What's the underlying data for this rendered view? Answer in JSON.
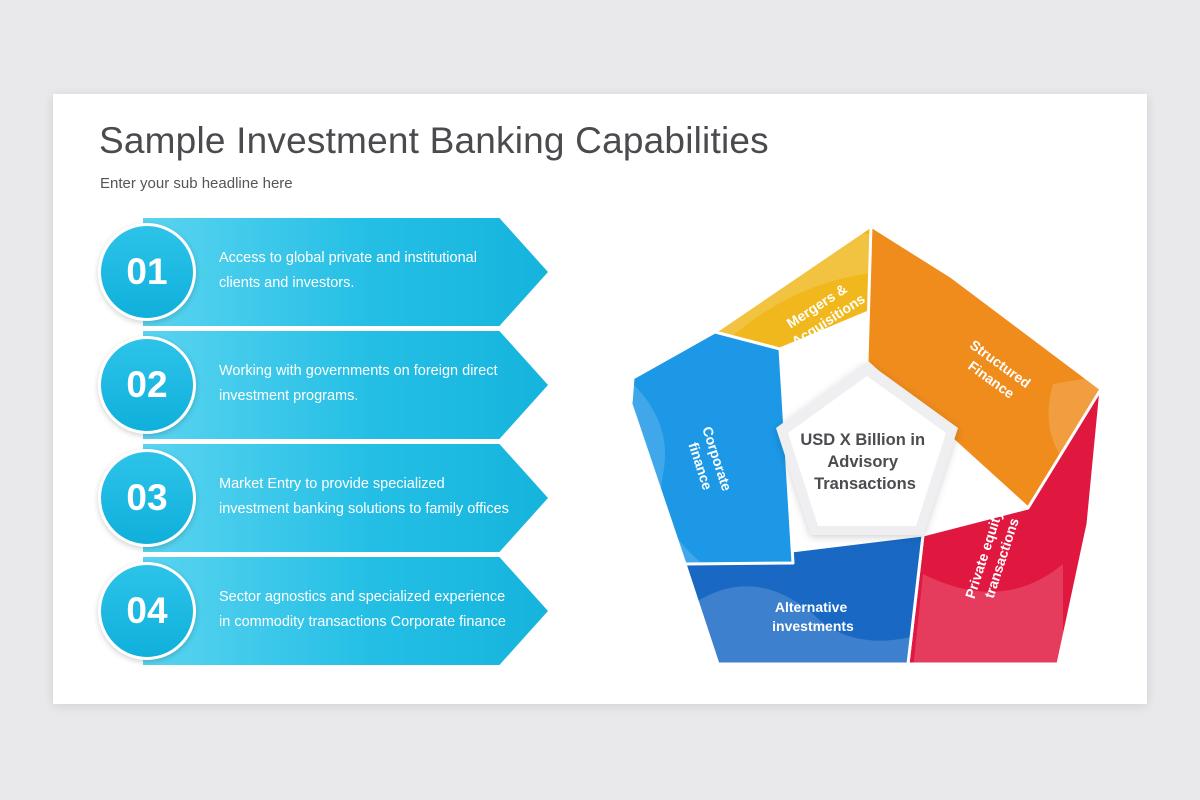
{
  "header": {
    "title": "Sample Investment Banking Capabilities",
    "subtitle": "Enter your sub headline here"
  },
  "capabilities": [
    {
      "number": "01",
      "line1": "Access to global private and institutional",
      "line2": "clients and investors."
    },
    {
      "number": "02",
      "line1": "Working with governments on foreign direct",
      "line2": "investment programs."
    },
    {
      "number": "03",
      "line1": "Market Entry to provide specialized",
      "line2": "investment banking solutions to family offices"
    },
    {
      "number": "04",
      "line1": "Sector agnostics and specialized experience",
      "line2": "in commodity transactions Corporate finance"
    }
  ],
  "pentagon": {
    "center": {
      "line1": "USD X Billion in",
      "line2": "Advisory",
      "line3": "Transactions"
    },
    "segments": [
      {
        "line1": "Mergers &",
        "line2": "Acquisitions",
        "color": "#f0b81c"
      },
      {
        "line1": "Structured",
        "line2": "Finance",
        "color": "#ef8c1c"
      },
      {
        "line1": "Private equity",
        "line2": "transactions",
        "color": "#e0173f"
      },
      {
        "line1": "Alternative",
        "line2": "investments",
        "color": "#1868c4"
      },
      {
        "line1": "Corporate",
        "line2": "finance",
        "color": "#1c98e6"
      }
    ]
  }
}
